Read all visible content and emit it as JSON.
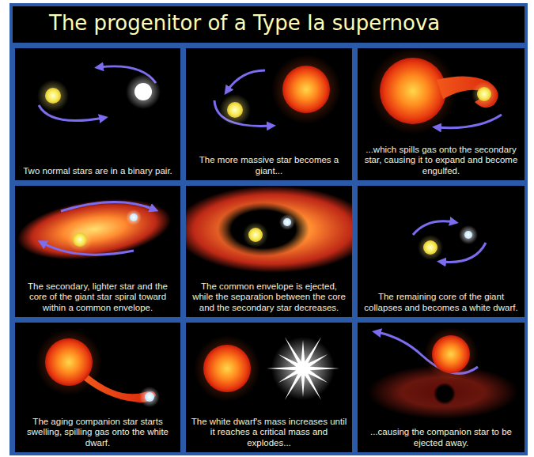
{
  "diagram": {
    "title": "The progenitor of a Type Ia supernova",
    "nodes": [
      {
        "text": [
          "Two normal stars are in a binary pair."
        ]
      },
      {
        "text": [
          "The more massive star becomes a giant..."
        ]
      },
      {
        "text": [
          "...which spills gas onto the secondary star, causing it to expand and become engulfed."
        ]
      },
      {
        "text": [
          "The secondary, lighter star and the core of the giant star spiral toward within a common envelope."
        ]
      },
      {
        "text": [
          "The common envelope is ejected, while the separation between the core and the secondary star decreases."
        ]
      },
      {
        "text": [
          "The remaining core of the giant collapses and becomes a white dwarf."
        ]
      },
      {
        "text": [
          "The aging companion star starts swelling, spilling gas onto the white dwarf."
        ]
      },
      {
        "text": [
          "The white dwarf's mass increases until it reaches a critical mass and explodes..."
        ]
      },
      {
        "text": [
          "...causing the companion star to be ejected away."
        ]
      }
    ]
  }
}
